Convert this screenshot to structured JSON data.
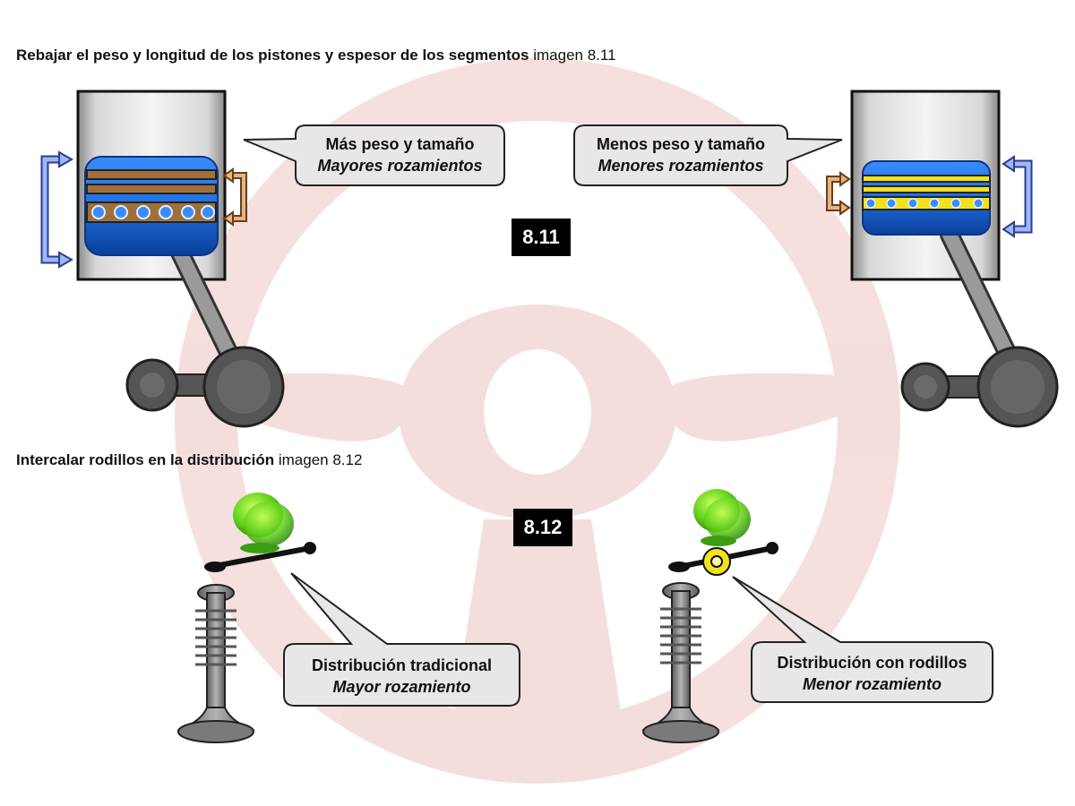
{
  "headings": {
    "top": {
      "bold": "Rebajar el peso y longitud de los pistones  y espesor de los segmentos",
      "normal": " imagen 8.11"
    },
    "bottom": {
      "bold": "Intercalar rodillos en la distribución",
      "normal": " imagen 8.12"
    }
  },
  "tags": {
    "fig1": "8.11",
    "fig2": "8.12"
  },
  "callouts": {
    "heavy_piston": {
      "line1": "Más peso y tamaño",
      "line2": "Mayores rozamientos"
    },
    "light_piston": {
      "line1": "Menos peso y tamaño",
      "line2": "Menores rozamientos"
    },
    "traditional": {
      "line1": "Distribución tradicional",
      "line2": "Mayor rozamiento"
    },
    "rollers": {
      "line1": "Distribución con rodillos",
      "line2": "Menor rozamiento"
    }
  },
  "colors": {
    "piston_blue": "#1e6fe0",
    "ring_brown": "#a0703c",
    "ring_yellow": "#f2e21e",
    "cam_green": "#5fd01a",
    "callout_fill": "#e8e6e6",
    "tag_bg": "#000000"
  }
}
